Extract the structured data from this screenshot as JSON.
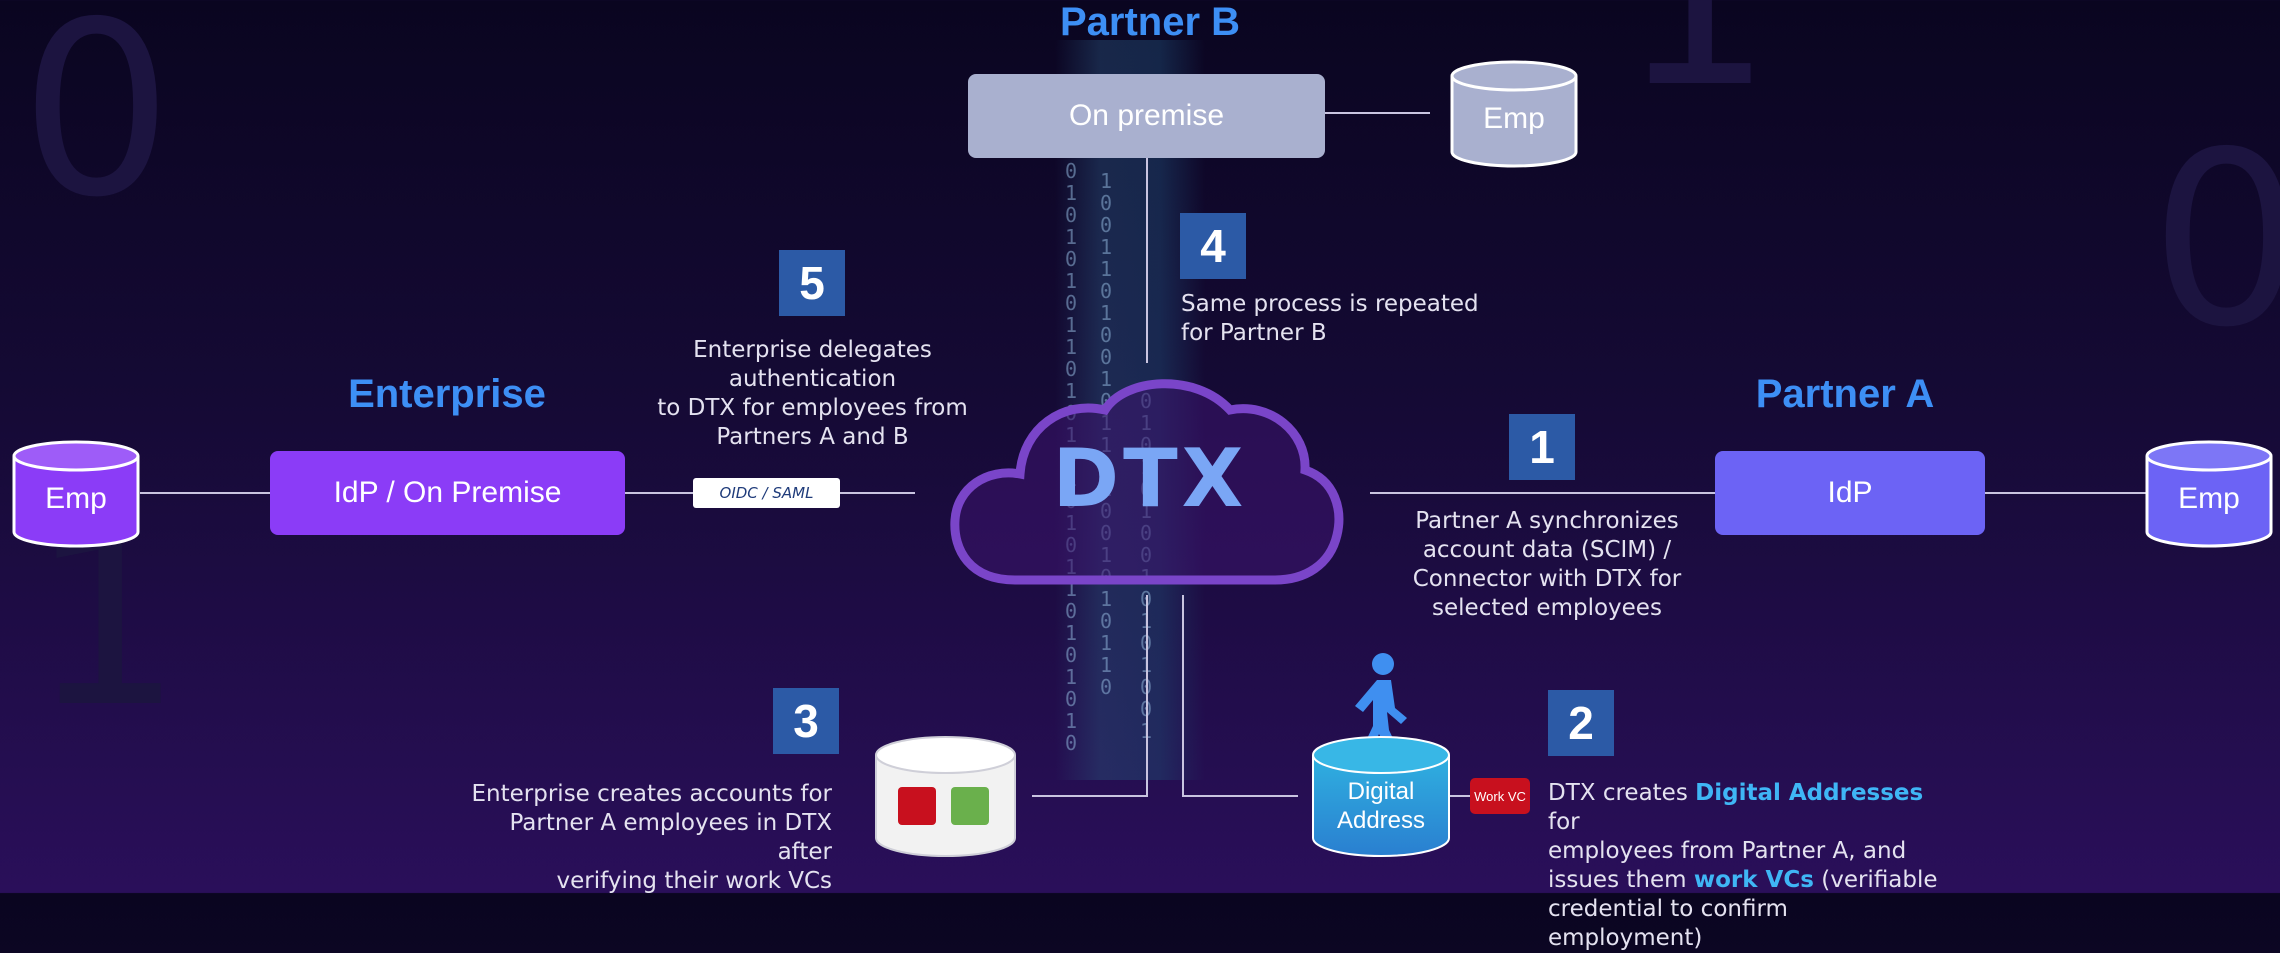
{
  "titles": {
    "partner_b": "Partner B",
    "enterprise": "Enterprise",
    "partner_a": "Partner A"
  },
  "boxes": {
    "partner_b_on_premise": "On premise",
    "enterprise_idp": "IdP /  On Premise",
    "partner_a_idp": "IdP"
  },
  "databases": {
    "partner_b_emp": "Emp",
    "enterprise_emp": "Emp",
    "partner_a_emp": "Emp",
    "digital_address_line1": "Digital",
    "digital_address_line2": "Address"
  },
  "connector_tag": "OIDC / SAML",
  "work_vc_badge": "Work VC",
  "logo_text": "DTX",
  "steps": {
    "s1": {
      "number": "1",
      "lines": [
        "Partner A synchronizes",
        "account data (SCIM) /",
        "Connector with DTX for",
        "selected employees"
      ]
    },
    "s2": {
      "number": "2",
      "lead": "DTX creates ",
      "hl1": "Digital Addresses",
      "mid1": " for",
      "line2": "employees from Partner A, and",
      "pre3": "issues them ",
      "hl2": "work VCs",
      "post3": " (verifiable",
      "line4": "credential to confirm employment)"
    },
    "s3": {
      "number": "3",
      "lines": [
        "Enterprise creates accounts for",
        "Partner A employees in DTX after",
        "verifying their work VCs"
      ]
    },
    "s4": {
      "number": "4",
      "lines": [
        "Same process is repeated",
        "for Partner B"
      ]
    },
    "s5": {
      "number": "5",
      "lines": [
        "Enterprise delegates authentication",
        "to DTX for employees from",
        "Partners A and B"
      ]
    }
  },
  "colors": {
    "title_blue": "#3d8ff5",
    "enterprise_purple": "#8b3cf7",
    "partner_a_violet": "#6c63f5",
    "partner_b_gray": "#a9b0cf",
    "step_blue": "#2c5aa6",
    "highlight": "#3fb6f5",
    "badge_red": "#c8101e"
  }
}
